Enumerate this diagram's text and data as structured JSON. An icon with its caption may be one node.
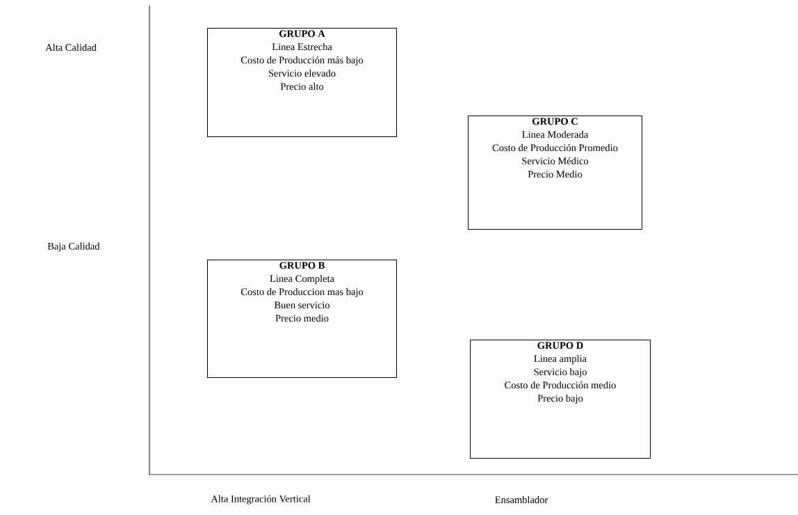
{
  "diagram": {
    "nodes": [
      {
        "text": [
          "GRUPO A",
          "Linea Estrecha",
          "Costo de Producción más bajo",
          "Servicio elevado",
          "Precio alto"
        ]
      },
      {
        "text": [
          "GRUPO C",
          "Linea Moderada",
          "Costo de Producción Promedio",
          "Servicio Médico",
          "Precio Medio"
        ]
      },
      {
        "text": [
          "GRUPO B",
          "Linea Completa",
          "Costo de Produccion mas bajo",
          "Buen servicio",
          "Precio medio"
        ]
      },
      {
        "text": [
          "GRUPO D",
          "Linea amplia",
          "Servicio bajo",
          "Costo de Producción medio",
          "Precio bajo"
        ]
      }
    ],
    "labels": [
      "Alta Calidad",
      "Baja Calidad",
      "Alta Integración Vertical",
      "Ensamblador"
    ]
  }
}
